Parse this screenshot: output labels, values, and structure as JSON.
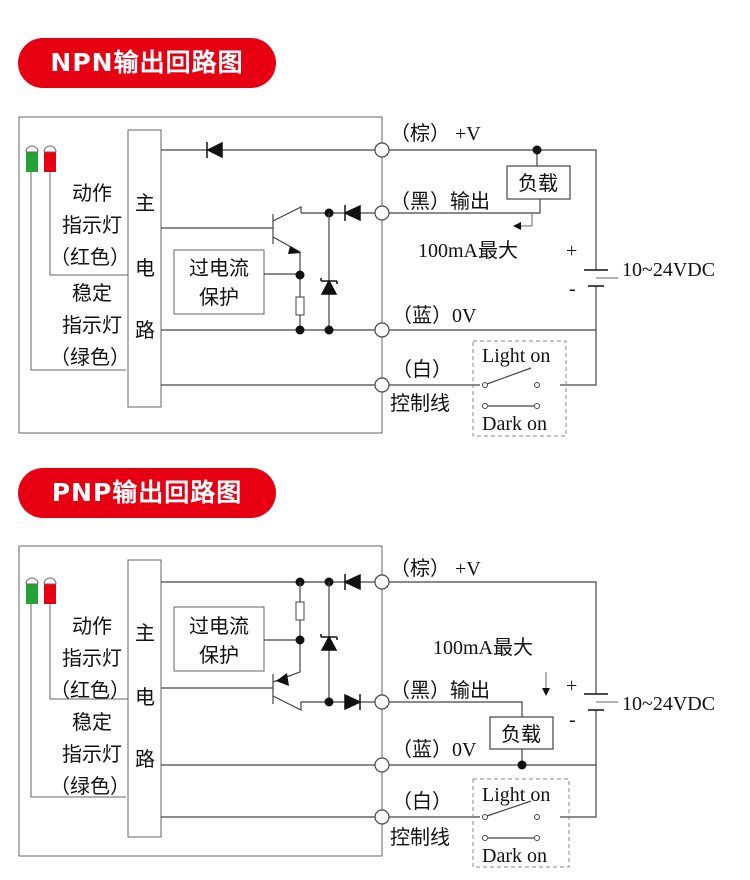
{
  "npn": {
    "title": "NPN输出回路图",
    "indicator_action": [
      "动作",
      "指示灯",
      "（红色）"
    ],
    "indicator_stable": [
      "稳定",
      "指示灯",
      "（绿色）"
    ],
    "main_circuit": [
      "主",
      "电",
      "路"
    ],
    "protection": [
      "过电流",
      "保护"
    ],
    "terminal_brown": "（棕） +V",
    "terminal_black": "（黑）输出",
    "terminal_blue": "（蓝）0V",
    "terminal_white": "（白）",
    "control_line": "控制线",
    "load": "负载",
    "max_current": "100mA最大",
    "plus": "+",
    "minus": "-",
    "supply": "10~24VDC",
    "light_on": "Light on",
    "dark_on": "Dark on"
  },
  "pnp": {
    "title": "PNP输出回路图",
    "indicator_action": [
      "动作",
      "指示灯",
      "（红色）"
    ],
    "indicator_stable": [
      "稳定",
      "指示灯",
      "（绿色）"
    ],
    "main_circuit": [
      "主",
      "电",
      "路"
    ],
    "protection": [
      "过电流",
      "保护"
    ],
    "terminal_brown": "（棕） +V",
    "terminal_black": "（黑）输出",
    "terminal_blue": "（蓝）0V",
    "terminal_white": "（白）",
    "control_line": "控制线",
    "load": "负载",
    "max_current": "100mA最大",
    "plus": "+",
    "minus": "-",
    "supply": "10~24VDC",
    "light_on": "Light on",
    "dark_on": "Dark on"
  },
  "colors": {
    "title_bg": "#e60012",
    "led_red": "#e60012",
    "led_green": "#22a33a",
    "wire": "#444444"
  }
}
